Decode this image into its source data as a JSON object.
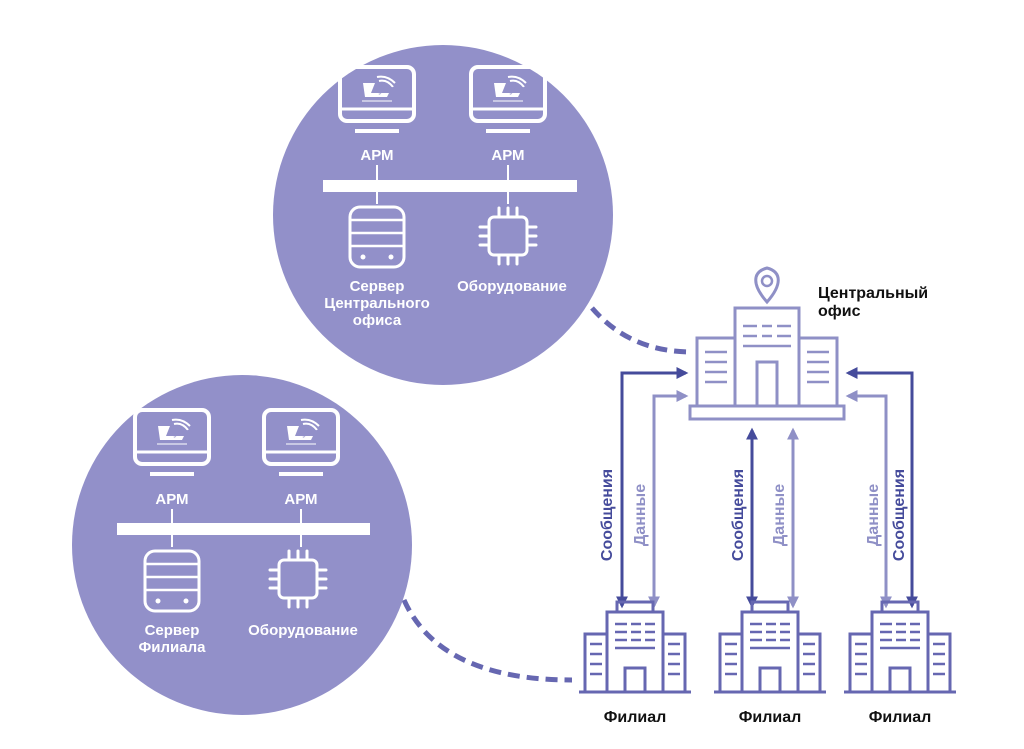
{
  "colors": {
    "circle": "#9290c9",
    "arrow_dark": "#454b9b",
    "arrow_light": "#8f90c6",
    "building": "#6667b1",
    "text_dark": "#111111",
    "text_white": "#ffffff"
  },
  "central_office": {
    "workstation_1": "АРМ",
    "workstation_2": "АРМ",
    "server_line_1": "Сервер",
    "server_line_2": "Центрального",
    "server_line_3": "офиса",
    "equipment": "Оборудование",
    "title_line_1": "Центральный",
    "title_line_2": "офис"
  },
  "branch_detail": {
    "workstation_1": "АРМ",
    "workstation_2": "АРМ",
    "server_line_1": "Сервер",
    "server_line_2": "Филиала",
    "equipment": "Оборудование"
  },
  "links": [
    {
      "messages": "Сообщения",
      "data": "Данные"
    },
    {
      "messages": "Сообщения",
      "data": "Данные"
    },
    {
      "messages": "Сообщения",
      "data": "Данные"
    }
  ],
  "branches": [
    "Филиал",
    "Филиал",
    "Филиал"
  ],
  "icons": [
    "monitor-icon",
    "server-icon",
    "chip-icon",
    "building-icon",
    "location-pin-icon",
    "logo-icon"
  ]
}
